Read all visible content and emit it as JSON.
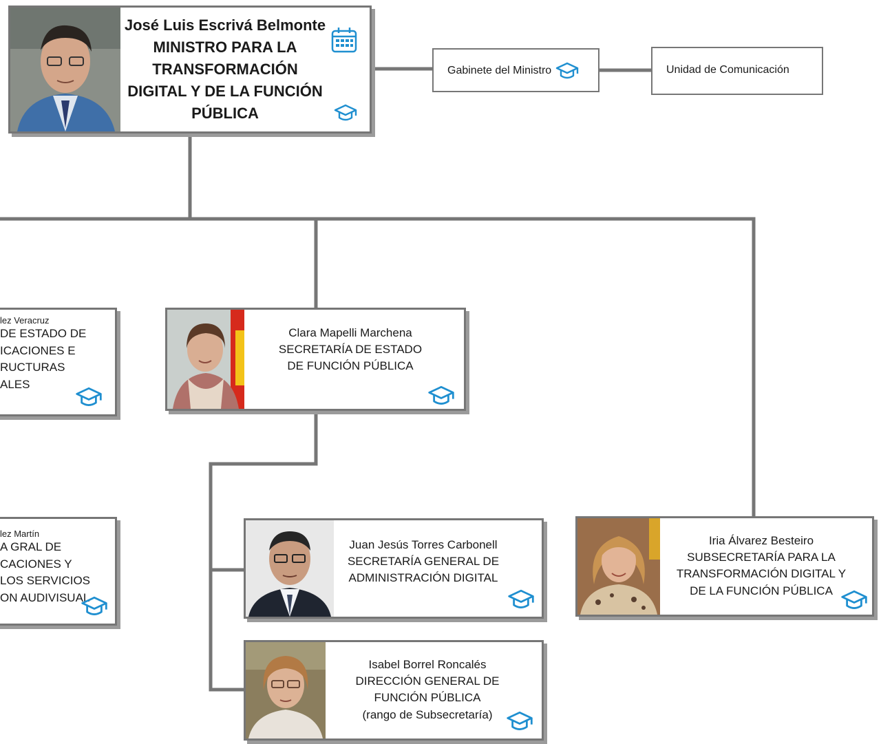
{
  "minister": {
    "name": "José Luis Escrivá Belmonte",
    "role_lines": [
      "MINISTRO PARA LA",
      "TRANSFORMACIÓN",
      "DIGITAL Y DE LA FUNCIÓN",
      "PÚBLICA"
    ],
    "icons": [
      "calendar-icon",
      "graduation-cap-icon"
    ]
  },
  "cabinet": {
    "label": "Gabinete del Ministro",
    "icon": "graduation-cap-icon"
  },
  "communication": {
    "label": "Unidad de Comunicación"
  },
  "se_telecom": {
    "name": "lez Veracruz",
    "role_lines": [
      "DE ESTADO DE",
      "ICACIONES E",
      "RUCTURAS",
      "ALES"
    ],
    "icon": "graduation-cap-icon"
  },
  "sg_telecom": {
    "name": "lez Martín",
    "role_lines": [
      "A GRAL DE",
      "CACIONES Y",
      "LOS SERVICIOS",
      "ON AUDIVISUAL"
    ],
    "icon": "graduation-cap-icon"
  },
  "se_funcion": {
    "name": "Clara Mapelli Marchena",
    "role_lines": [
      "SECRETARÍA DE ESTADO",
      "DE FUNCIÓN PÚBLICA"
    ],
    "icon": "graduation-cap-icon"
  },
  "sg_digital": {
    "name": "Juan Jesús Torres Carbonell",
    "role_lines": [
      "SECRETARÍA GENERAL DE",
      "ADMINISTRACIÓN DIGITAL"
    ],
    "icon": "graduation-cap-icon"
  },
  "dg_funcion": {
    "name": "Isabel Borrel Roncalés",
    "role_lines": [
      "DIRECCIÓN GENERAL DE",
      "FUNCIÓN PÚBLICA",
      "(rango de Subsecretaría)"
    ],
    "icon": "graduation-cap-icon"
  },
  "subsecretaria": {
    "name": "Iria Álvarez Besteiro",
    "role_lines": [
      "SUBSECRETARÍA PARA LA",
      "TRANSFORMACIÓN DIGITAL Y",
      "DE LA FUNCIÓN PÚBLICA"
    ],
    "icon": "graduation-cap-icon"
  },
  "colors": {
    "connector": "#767676",
    "shadow": "#9b9b9b",
    "icon": "#1f8fd0"
  }
}
